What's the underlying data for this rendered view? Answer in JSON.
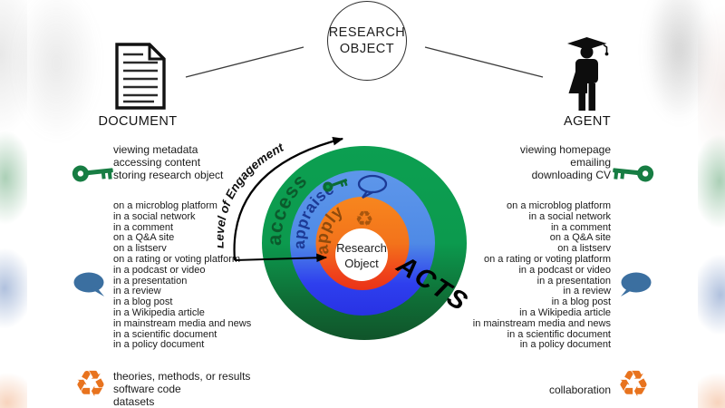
{
  "top": {
    "circle": {
      "line1": "RESEARCH",
      "line2": "OBJECT"
    },
    "document_label": "DOCUMENT",
    "agent_label": "AGENT"
  },
  "diagram": {
    "center": {
      "line1": "Research",
      "line2": "Object"
    },
    "rings": [
      {
        "label": "access",
        "top_color": "#0c9f51",
        "bottom_color": "#10542a"
      },
      {
        "label": "appraise",
        "top_color": "#5e97ea",
        "bottom_color": "#2832e4"
      },
      {
        "label": "apply",
        "top_color": "#f7861e",
        "bottom_color": "#ea3317"
      }
    ],
    "acts_label": "ACTS",
    "axis_label": "Level of Engagement"
  },
  "left": {
    "access_items": [
      "viewing metadata",
      "accessing content",
      "storing research object"
    ],
    "appraise_items": [
      "on a microblog platform",
      "in a social network",
      "in a comment",
      "on a Q&A site",
      "on a listserv",
      "on a rating or voting platform",
      "in a podcast or video",
      "in a presentation",
      "in a review",
      "in a blog post",
      "in a Wikipedia article",
      "in mainstream media and news",
      "in a scientific document",
      "in a policy document"
    ],
    "apply_items": [
      "theories, methods, or results",
      "software code",
      "datasets"
    ]
  },
  "right": {
    "access_items": [
      "viewing homepage",
      "emailing",
      "downloading CV"
    ],
    "appraise_items": [
      "on a microblog platform",
      "in a social network",
      "in a comment",
      "on a Q&A site",
      "on a listserv",
      "on a rating or voting platform",
      "in a podcast or video",
      "in a presentation",
      "in a review",
      "in a blog post",
      "in a Wikipedia article",
      "in mainstream media and news",
      "in a scientific document",
      "in a policy document"
    ],
    "apply_items": [
      "collaboration"
    ]
  },
  "icons": {
    "recycle_glyph": "♻"
  },
  "colors": {
    "key_green": "#177d43",
    "bubble_blue": "#3b6fa0",
    "recycle_orange": "#e8731e",
    "diagram_key_green": "#0a6b35",
    "diagram_bubble_blue": "#1c3a96",
    "diagram_recycle_orange": "#a8560e"
  }
}
